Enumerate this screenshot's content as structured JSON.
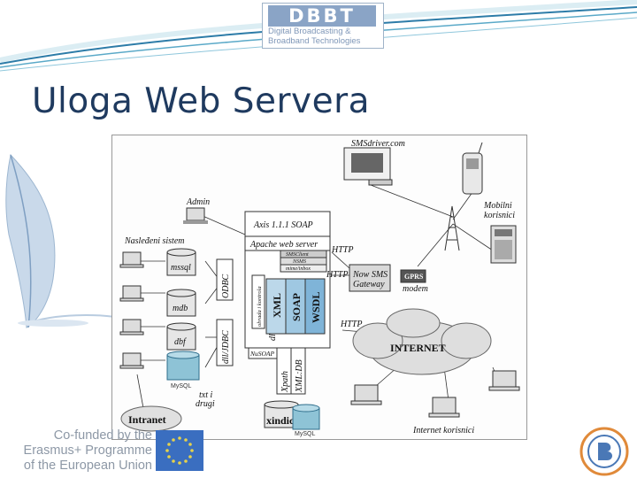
{
  "slide": {
    "title": "Uloga Web Servera",
    "logo": {
      "mark": "DBBT",
      "line1": "Digital Broadcasting &",
      "line2": "Broadband Technologies"
    },
    "footer": {
      "line1": "Co-funded by the",
      "line2": "Erasmus+ Programme",
      "line3": "of the European Union"
    }
  },
  "diagram": {
    "smsdriver": "SMSdriver.com",
    "admin": "Admin",
    "nasledeni": "Nasleđeni sistem",
    "mssql": "mssql",
    "mdb": "mdb",
    "dbf": "dbf",
    "odbc": "ODBC",
    "dll_jdbc": "dll/JDBC",
    "mysql_left": "MySQL",
    "txt": "txt i",
    "drugi": "drugi",
    "intranet": "Intranet",
    "axis": "Axis 1.1.1 SOAP",
    "apache": "Apache web server",
    "sms_client": "SMSClient",
    "nsms": "NSMS",
    "mime": "mime/inbox",
    "obrada": "obrada i kontrola",
    "xml": "XML",
    "soap": "SOAP",
    "wsdl": "WSDL",
    "nusoap": "NuSOAP",
    "xpath": "Xpath",
    "xmldb": "XML:DB",
    "dll": "dll",
    "xindice": "xindice",
    "mysql_bottom": "MySQL",
    "http1": "HTTP",
    "http2": "HTTP",
    "http3": "HTTP",
    "nowsms1": "Now SMS",
    "nowsms2": "Gateway",
    "gprs1": "GPRS",
    "gprs2": "modem",
    "mobilni1": "Mobilni",
    "mobilni2": "korisnici",
    "internet": "INTERNET",
    "internet_korisnici": "Internet korisnici"
  }
}
